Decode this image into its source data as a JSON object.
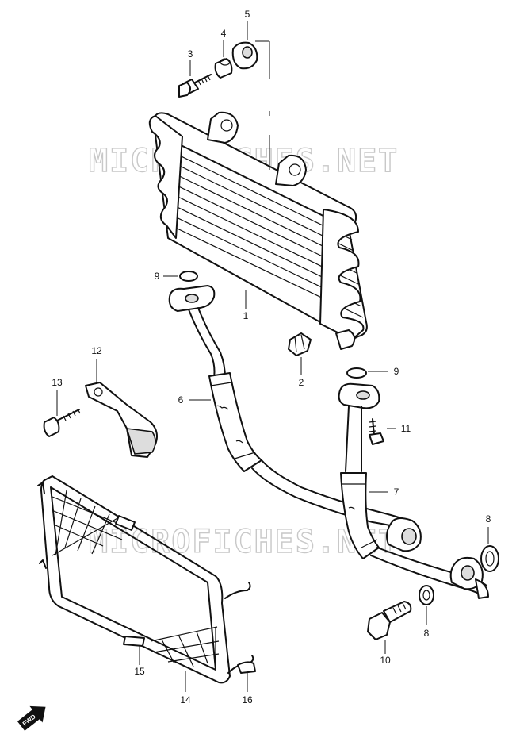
{
  "watermark_text": "MICROFICHES.NET",
  "direction_arrow": {
    "label": "FWD",
    "icon": "fwd-arrow-icon"
  },
  "callouts": [
    {
      "id": "c1",
      "label": "1",
      "part": "oil-cooler"
    },
    {
      "id": "c2",
      "label": "2",
      "part": "clip-nut"
    },
    {
      "id": "c3",
      "label": "3",
      "part": "bolt"
    },
    {
      "id": "c4",
      "label": "4",
      "part": "spacer"
    },
    {
      "id": "c5",
      "label": "5",
      "part": "grommet"
    },
    {
      "id": "c6",
      "label": "6",
      "part": "hose-inlet"
    },
    {
      "id": "c7",
      "label": "7",
      "part": "hose-outlet"
    },
    {
      "id": "c8a",
      "label": "8",
      "part": "gasket-upper"
    },
    {
      "id": "c8b",
      "label": "8",
      "part": "gasket-lower"
    },
    {
      "id": "c9a",
      "label": "9",
      "part": "o-ring-left"
    },
    {
      "id": "c9b",
      "label": "9",
      "part": "o-ring-right"
    },
    {
      "id": "c10",
      "label": "10",
      "part": "union-bolt"
    },
    {
      "id": "c11",
      "label": "11",
      "part": "flange-bolt"
    },
    {
      "id": "c12",
      "label": "12",
      "part": "bracket"
    },
    {
      "id": "c13",
      "label": "13",
      "part": "bracket-bolt"
    },
    {
      "id": "c14",
      "label": "14",
      "part": "guard-frame"
    },
    {
      "id": "c15",
      "label": "15",
      "part": "cushion"
    },
    {
      "id": "c16",
      "label": "16",
      "part": "clamp"
    }
  ]
}
